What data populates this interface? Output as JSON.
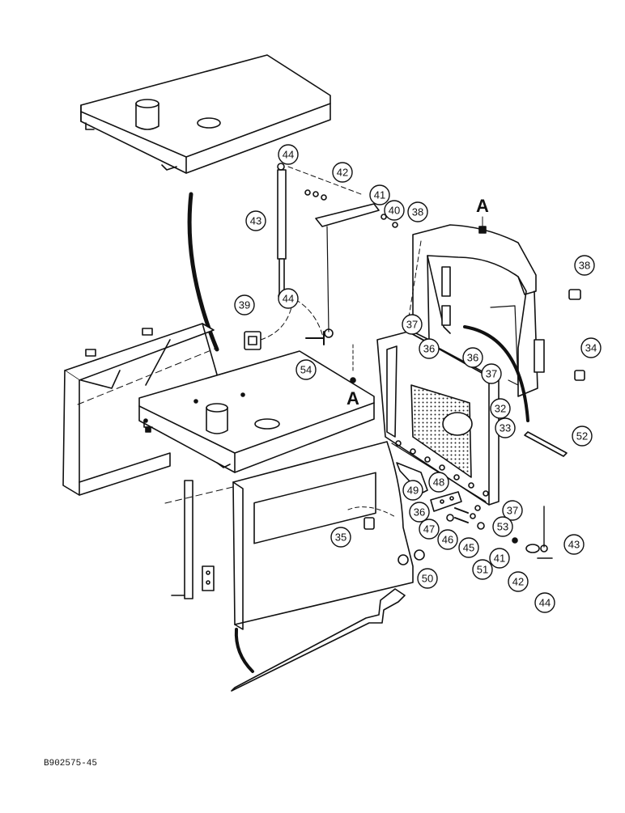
{
  "figure": {
    "reference_code": "B902575-45",
    "section_marks": [
      "A",
      "A"
    ],
    "callouts": [
      "44",
      "42",
      "41",
      "40",
      "38",
      "43",
      "44",
      "39",
      "54",
      "37",
      "36",
      "36",
      "37",
      "38",
      "34",
      "32",
      "33",
      "52",
      "48",
      "49",
      "36",
      "37",
      "53",
      "47",
      "46",
      "45",
      "51",
      "41",
      "43",
      "42",
      "44",
      "35",
      "50"
    ]
  }
}
